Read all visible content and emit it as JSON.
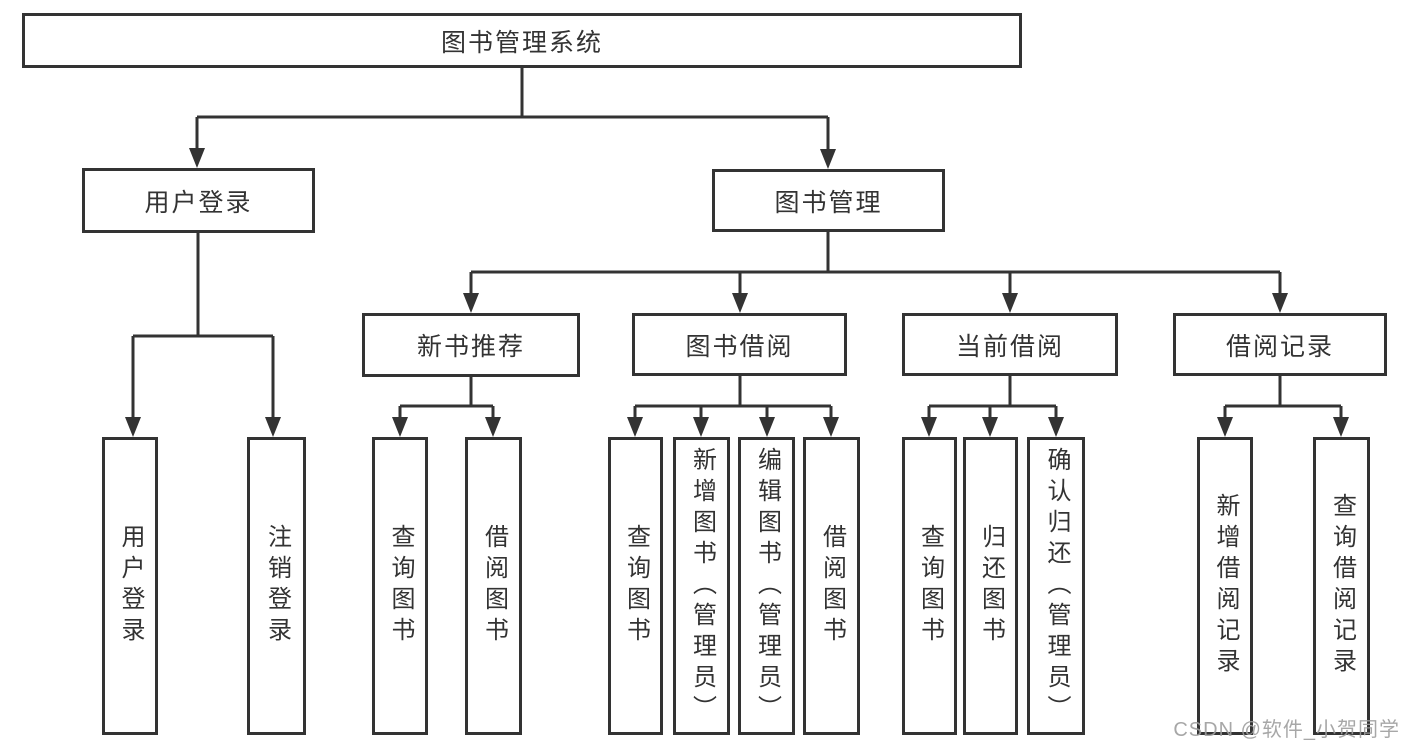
{
  "tree": {
    "label": "图书管理系统",
    "children": [
      {
        "label": "用户登录",
        "children": [
          {
            "label": "用户登录"
          },
          {
            "label": "注销登录"
          }
        ]
      },
      {
        "label": "图书管理",
        "children": [
          {
            "label": "新书推荐",
            "children": [
              {
                "label": "查询图书"
              },
              {
                "label": "借阅图书"
              }
            ]
          },
          {
            "label": "图书借阅",
            "children": [
              {
                "label": "查询图书"
              },
              {
                "label": "新增图书（管理员）"
              },
              {
                "label": "编辑图书（管理员）"
              },
              {
                "label": "借阅图书"
              }
            ]
          },
          {
            "label": "当前借阅",
            "children": [
              {
                "label": "查询图书"
              },
              {
                "label": "归还图书"
              },
              {
                "label": "确认归还（管理员）"
              }
            ]
          },
          {
            "label": "借阅记录",
            "children": [
              {
                "label": "新增借阅记录"
              },
              {
                "label": "查询借阅记录"
              }
            ]
          }
        ]
      }
    ]
  },
  "watermark": "CSDN @软件_小贺同学",
  "colors": {
    "line": "#333333",
    "box_border": "#333333",
    "box_bg": "#ffffff",
    "text": "#333333",
    "watermark": "#9e9e9e"
  }
}
